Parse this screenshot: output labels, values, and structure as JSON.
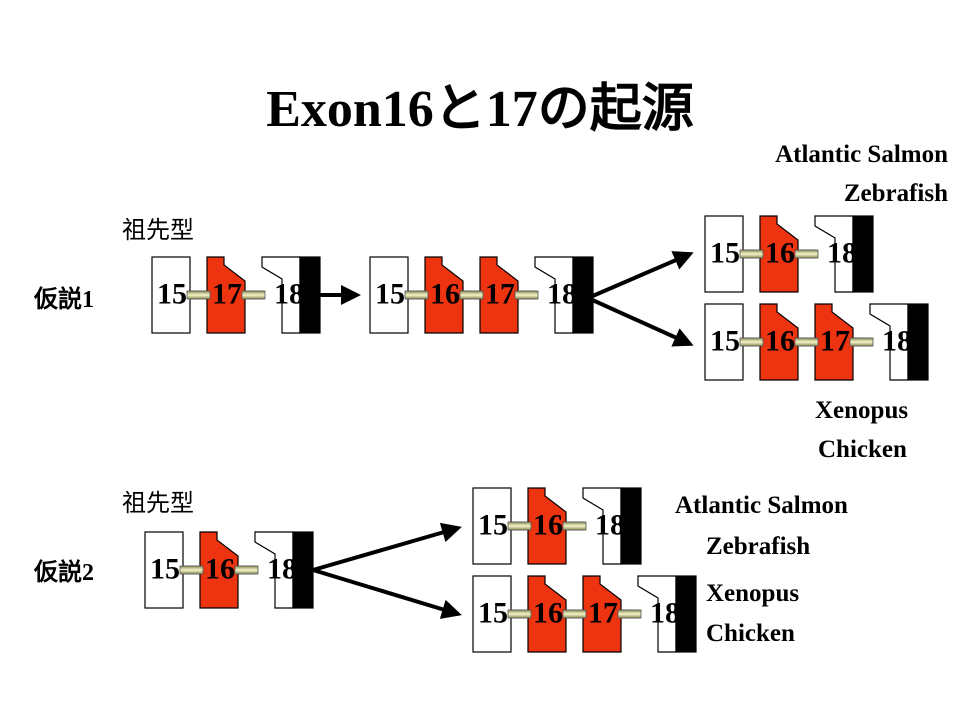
{
  "title": "Exon16と17の起源",
  "exon_labels": {
    "e15": "15",
    "e16": "16",
    "e17": "17",
    "e18": "18"
  },
  "colors": {
    "red_exon": "#ee3311",
    "black_exon": "#000000",
    "connector": "#e8e8b0"
  },
  "hypothesis1": {
    "label": "仮説1",
    "ancestor_label": "祖先型",
    "groups": {
      "top_species_1": "Atlantic Salmon",
      "top_species_2": "Zebrafish",
      "bottom_species_1": "Xenopus",
      "bottom_species_2": "Chicken"
    }
  },
  "hypothesis2": {
    "label": "仮説2",
    "ancestor_label": "祖先型",
    "groups": {
      "top_species_1": "Atlantic Salmon",
      "top_species_2": "Zebrafish",
      "bottom_species_1": "Xenopus",
      "bottom_species_2": "Chicken"
    }
  }
}
